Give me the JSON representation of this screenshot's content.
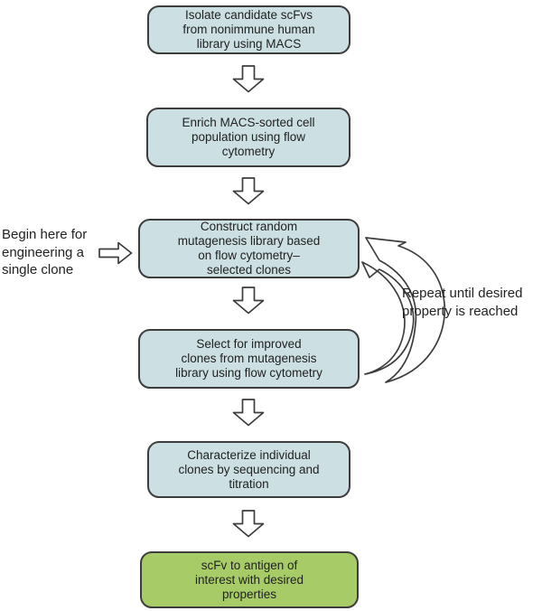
{
  "diagram_type": "flowchart",
  "steps": [
    {
      "id": 1,
      "text": "Isolate candidate scFvs\nfrom nonimmune human\nlibrary using MACS",
      "fill": "blue"
    },
    {
      "id": 2,
      "text": "Enrich MACS-sorted cell\npopulation using flow\ncytometry",
      "fill": "blue"
    },
    {
      "id": 3,
      "text": "Construct random\nmutagenesis library based\non flow cytometry–\nselected clones",
      "fill": "blue"
    },
    {
      "id": 4,
      "text": "Select for improved\nclones from mutagenesis\nlibrary using flow cytometry",
      "fill": "blue"
    },
    {
      "id": 5,
      "text": "Characterize individual\nclones by sequencing and\ntitration",
      "fill": "blue"
    },
    {
      "id": 6,
      "text": "scFv to antigen of\ninterest with desired\nproperties",
      "fill": "green"
    }
  ],
  "annotations": {
    "begin": {
      "text": "Begin here for\nengineering a\nsingle clone",
      "points_to_step": 3
    },
    "repeat": {
      "text": "Repeat until desired\nproperty is reached",
      "loop_between_steps": [
        3,
        4
      ]
    }
  },
  "icons": {
    "down_arrow": "hollow-down-block-arrow",
    "begin_arrow": "hollow-right-block-arrow",
    "repeat_loop": "two-curved-arrows-cycle"
  },
  "colors": {
    "box_fill_blue": "#ccdfe2",
    "box_fill_green": "#a7cb66",
    "outline": "#3d3d3d",
    "text": "#222222",
    "background": "#ffffff"
  }
}
